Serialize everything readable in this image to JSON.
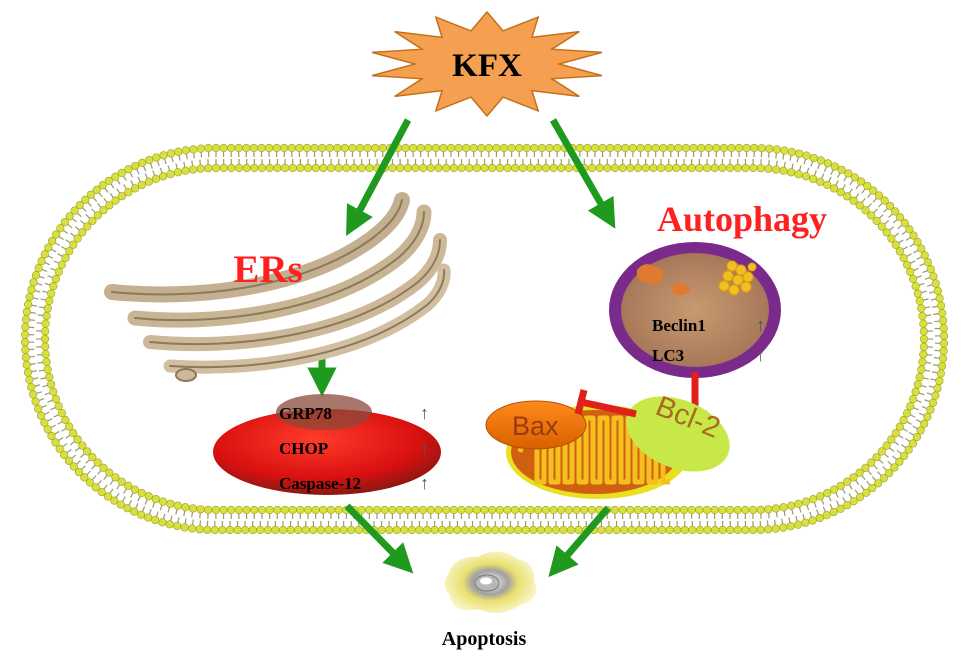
{
  "diagram": {
    "source_label": "KFX",
    "er_label": "ERs",
    "autophagy_label": "Autophagy",
    "er_markers": [
      {
        "name": "GRP78",
        "arrow": "↑"
      },
      {
        "name": "CHOP",
        "arrow": "↑"
      },
      {
        "name": "Caspase-12",
        "arrow": "↑"
      }
    ],
    "autophagy_markers": [
      {
        "name": "Beclin1",
        "arrow": "↑"
      },
      {
        "name": "LC3",
        "arrow": "↑"
      }
    ],
    "bax_label": "Bax",
    "bcl2_label": "Bcl-2",
    "outcome_label": "Apoptosis"
  },
  "colors": {
    "activation_arrow": "#1f9a1f",
    "inhibition": "#e0201a",
    "label_red": "#ff2020",
    "kfx_fill": "#f5a050",
    "membrane_head": "#d8e040",
    "membrane_tail": "#9a9a6a",
    "vesicle_rim": "#7a2a8a",
    "vesicle_core": "#b08060",
    "er_ellipse": "#d81010",
    "mito_fill": "#d06010",
    "bcl2_fill": "#c8e848"
  }
}
